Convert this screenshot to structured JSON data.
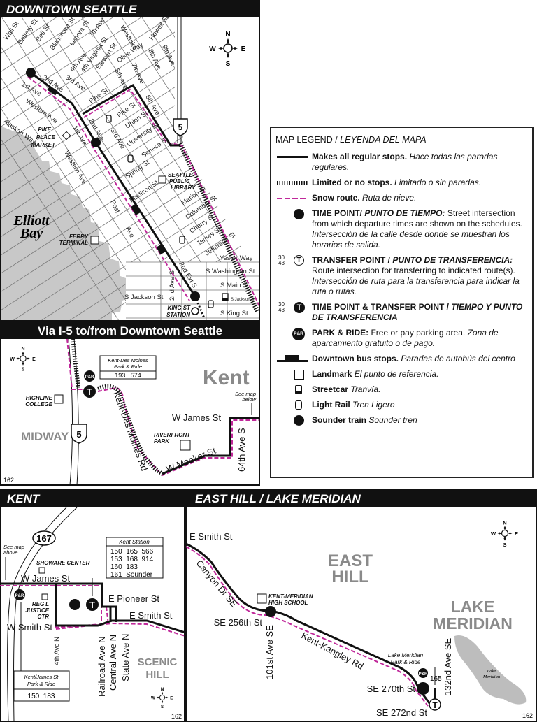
{
  "downtown": {
    "title": "DOWNTOWN SEATTLE",
    "streets": [
      "Wall St",
      "Battery St",
      "Bell St",
      "Blanchard St",
      "Lenora St",
      "7th Ave",
      "Westlake",
      "Howell St",
      "9th Ave",
      "4th Virginia St",
      "Stewart St",
      "Olive Way",
      "8th Ave",
      "7th Ave",
      "4th Ave",
      "5th Ave",
      "2nd Ave",
      "3rd Ave",
      "1st Ave",
      "Pine St",
      "6th Ave",
      "Western Ave",
      "Pike St",
      "Union St",
      "Alaskan Way",
      "University St",
      "Seneca St",
      "2nd Ave",
      "3rd Ave",
      "1st Ave",
      "Spring St",
      "Madison St",
      "Marion St",
      "Columbia St",
      "Cherry St",
      "James St",
      "Jefferson St",
      "Post",
      "Ave",
      "Yesler Way",
      "S Washington St",
      "S Main St",
      "S Jackson St",
      "2nd Ave S",
      "2nd Ext S",
      "S Jackson St",
      "S King St",
      "Western Ave"
    ],
    "landmarks": {
      "pike_place": [
        "PIKE",
        "PLACE",
        "MARKET"
      ],
      "library": [
        "SEATTLE",
        "PUBLIC",
        "LIBRARY"
      ],
      "ferry": [
        "FERRY",
        "TERMINAL"
      ],
      "king_st": [
        "KING ST",
        "STATION"
      ]
    },
    "water": [
      "Elliott",
      "Bay"
    ],
    "interstate": "5",
    "compass": {
      "n": "N",
      "s": "S",
      "e": "E",
      "w": "W"
    }
  },
  "via_i5": {
    "title": "Via I-5 to/from Downtown Seattle",
    "park_ride": {
      "name": [
        "Kent-Des Moines",
        "Park & Ride"
      ],
      "routes": "193   574"
    },
    "pr_icon": "P&R",
    "transfer_icon": "T",
    "highline": [
      "HIGHLINE",
      "COLLEGE"
    ],
    "midway": "MIDWAY",
    "kent": "Kent",
    "interstate": "5",
    "kdm_rd": "Kent-Des Moines Rd",
    "riverfront": [
      "RIVERFRONT",
      "PARK"
    ],
    "w_james": "W James St",
    "w_meeker": "W Meeker St",
    "ave64": "64th Ave S",
    "see_map": [
      "See map",
      "below"
    ],
    "route_no": "162",
    "compass": {
      "n": "N",
      "s": "S",
      "e": "E",
      "w": "W"
    }
  },
  "legend": {
    "title_en": "MAP LEGEND / ",
    "title_es": "LEYENDA DEL MAPA",
    "items": [
      {
        "en": "Makes all regular stops.",
        "es": "Hace todas las paradas regulares."
      },
      {
        "en": "Limited or no stops.",
        "es": "Limitado o sin paradas."
      },
      {
        "en": "Snow route.",
        "es": "Ruta de nieve."
      },
      {
        "en": "TIME POINT/ ",
        "en2": "PUNTO DE TIEMPO:",
        "desc": "Street intersection from which departure times are shown on the schedules.",
        "es": "Intersección de la calle desde donde se muestran los horarios de salida."
      },
      {
        "en": "TRANSFER POINT / ",
        "en2": "PUNTO DE TRANSFERENCIA:",
        "desc": "Route intersection for transferring to indicated route(s).",
        "es": "Intersección de ruta para la transferencia para indicar la ruta o rutas."
      },
      {
        "en": "TIME POINT & TRANSFER POINT / ",
        "es": "TIEMPO Y PUNTO DE TRANSFERENCIA"
      },
      {
        "en": "PARK & RIDE:",
        "desc": "Free or pay parking area.",
        "es": "Zona de aparcamiento gratuito o de pago."
      },
      {
        "en": "Downtown bus stops.",
        "es": "Paradas de autobús del centro"
      },
      {
        "en": "Landmark",
        "es": "El punto de referencia."
      },
      {
        "en": "Streetcar",
        "es": "Tranvía."
      },
      {
        "en": "Light Rail",
        "es": "Tren Ligero"
      },
      {
        "en": "Sounder train",
        "es": "Sounder tren"
      }
    ],
    "sample_routes": [
      "30",
      "43"
    ],
    "t_icon": "T",
    "pr_icon": "P&R"
  },
  "kent": {
    "title": "KENT",
    "hwy": "167",
    "see_map": [
      "See map",
      "above"
    ],
    "showare": "SHOWARE CENTER",
    "station": {
      "name": "Kent Station",
      "rows": [
        "150  165  566",
        "153  168  914",
        "160  183",
        "161  Sounder"
      ]
    },
    "w_james": "W James St",
    "e_pioneer": "E Pioneer St",
    "e_smith": "E Smith St",
    "w_smith": "W Smith St",
    "justice": [
      "REG'L",
      "JUSTICE",
      "CTR"
    ],
    "ave4": "4th Ave N",
    "railroad": "Railroad Ave N",
    "central": "Central Ave N",
    "state": "State Ave N",
    "scenic": [
      "SCENIC",
      "HILL"
    ],
    "park_ride": {
      "name": [
        "Kent/James St",
        "Park & Ride"
      ],
      "routes": "150  183"
    },
    "pr_icon": "P&R",
    "t_icon": "T",
    "route_no": "162",
    "compass": {
      "n": "N",
      "s": "S",
      "e": "E",
      "w": "W"
    }
  },
  "east_hill": {
    "title": "EAST HILL / LAKE MERIDIAN",
    "e_smith": "E Smith St",
    "canyon": "Canyon Dr SE",
    "east_hill": [
      "EAST",
      "HILL"
    ],
    "school": [
      "KENT-MERIDIAN",
      "HIGH SCHOOL"
    ],
    "se256": "SE 256th St",
    "ave101": "101st Ave SE",
    "kk_rd": "Kent-Kangley Rd",
    "lake_area": [
      "LAKE",
      "MERIDIAN"
    ],
    "lake_name": [
      "Lake",
      "Meridian"
    ],
    "pr_name": [
      "Lake Meridian",
      "Park & Ride"
    ],
    "pr_icon": "P&R",
    "r165": "165",
    "ave132": "132nd Ave SE",
    "se270": "SE 270th St",
    "se272": "SE 272nd St",
    "t_icon": "T",
    "route_no": "162",
    "compass": {
      "n": "N",
      "s": "S",
      "e": "E",
      "w": "W"
    }
  },
  "colors": {
    "route": "#111111",
    "snow": "#c0289a",
    "water": "#c8c8c8",
    "area_label": "#8a8a8a"
  }
}
